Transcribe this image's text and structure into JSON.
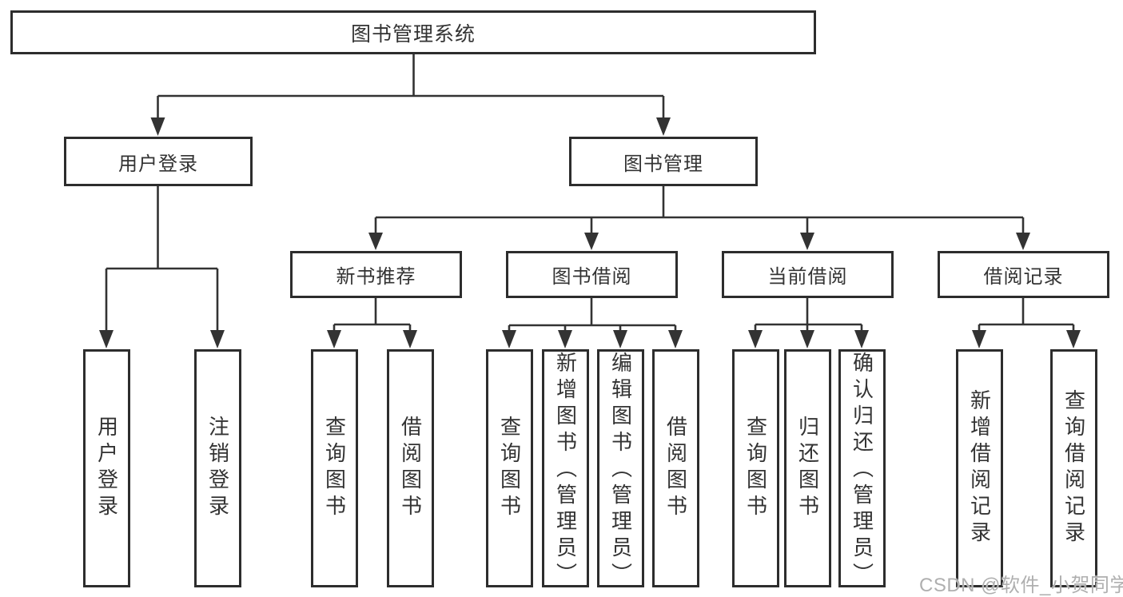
{
  "diagram": {
    "root": {
      "label": "图书管理系统"
    },
    "branches": [
      {
        "label": "用户登录",
        "children": [
          {
            "label": "用户登录"
          },
          {
            "label": "注销登录"
          }
        ]
      },
      {
        "label": "图书管理",
        "children": [
          {
            "label": "新书推荐",
            "children": [
              {
                "label": "查询图书"
              },
              {
                "label": "借阅图书"
              }
            ]
          },
          {
            "label": "图书借阅",
            "children": [
              {
                "label": "查询图书"
              },
              {
                "label": "新增图书（管理员）"
              },
              {
                "label": "编辑图书（管理员）"
              },
              {
                "label": "借阅图书"
              }
            ]
          },
          {
            "label": "当前借阅",
            "children": [
              {
                "label": "查询图书"
              },
              {
                "label": "归还图书"
              },
              {
                "label": "确认归还（管理员）"
              }
            ]
          },
          {
            "label": "借阅记录",
            "children": [
              {
                "label": "新增借阅记录"
              },
              {
                "label": "查询借阅记录"
              }
            ]
          }
        ]
      }
    ],
    "watermark": "CSDN @软件_小贺同学",
    "colors": {
      "line": "#333333",
      "box_border": "#2d2d2d",
      "text": "#333333",
      "background": "#ffffff",
      "watermark": "#a8a8a8"
    }
  }
}
